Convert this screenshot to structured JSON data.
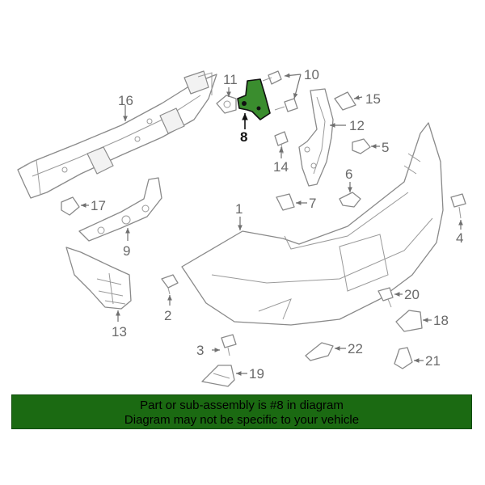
{
  "diagram": {
    "highlight_color": "#3a8d2e",
    "highlighted_part": "8",
    "callouts": [
      "1",
      "2",
      "3",
      "4",
      "5",
      "6",
      "7",
      "8",
      "9",
      "10",
      "11",
      "12",
      "13",
      "14",
      "15",
      "16",
      "17",
      "18",
      "19",
      "20",
      "21",
      "22"
    ]
  },
  "banner": {
    "background_color": "#1b6a12",
    "line1": "Part or sub-assembly is #8 in diagram",
    "line2": "Diagram may not be specific to your vehicle"
  }
}
